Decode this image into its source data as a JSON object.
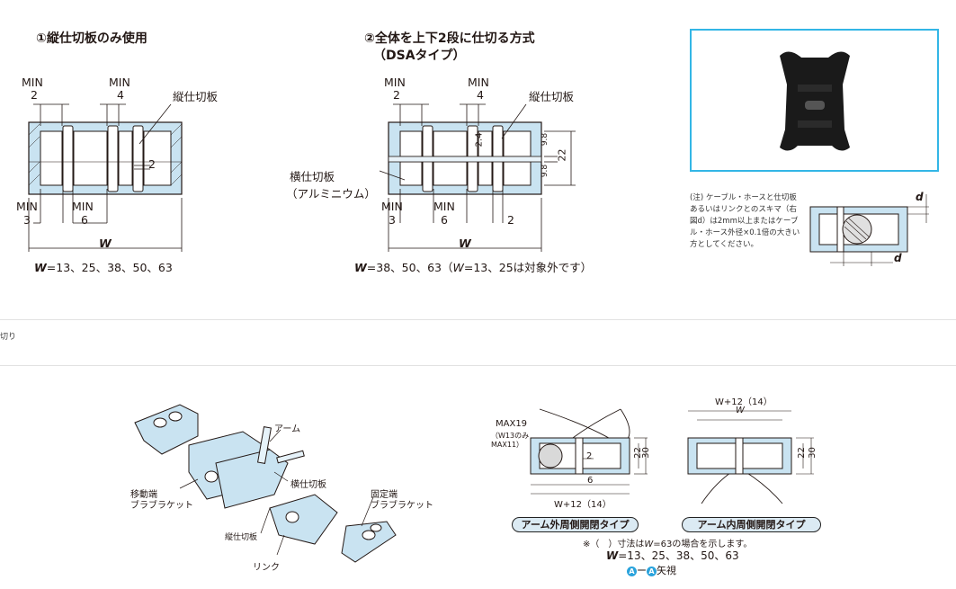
{
  "section1": {
    "title": "①縦仕切板のみ使用",
    "min_label": "MIN",
    "dim_min2": "2",
    "dim_min4": "4",
    "dim_min3": "3",
    "dim_min6": "6",
    "dim_gap": "2",
    "partition_label": "縦仕切板",
    "width_label": "W",
    "w_values": "=13、25、38、50、63"
  },
  "section2": {
    "title_line1": "②全体を上下2段に仕切る方式",
    "title_line2": "（DSAタイプ）",
    "min_label": "MIN",
    "dim_min2": "2",
    "dim_min4": "4",
    "dim_min3": "3",
    "dim_min6": "6",
    "dim_2": "2",
    "dim_24": "2.4",
    "dim_98a": "9.8",
    "dim_98b": "9.8",
    "dim_22": "22",
    "partition_label": "縦仕切板",
    "horizontal_label": "横仕切板",
    "horizontal_sub": "（アルミニウム）",
    "width_label": "W",
    "w_values": "=38、50、63（",
    "w_paren_w": "W",
    "w_paren_rest": "=13、25は対象外です）"
  },
  "note_panel": {
    "note_text": "(注) ケーブル・ホースと仕切板あるいはリンクとのスキマ（右図d）は2mm以上またはケーブル・ホース外径×0.1倍の大きい方としてください。",
    "d_label_1": "d",
    "d_label_2": "d"
  },
  "side_text": "切り",
  "section3": {
    "arm": "アーム",
    "moving_end": "移動端",
    "moving_end_sub": "ブラブラケット",
    "horizontal": "横仕切板",
    "fixed_end": "固定端",
    "fixed_end_sub": "ブラブラケット",
    "vertical": "縦仕切板",
    "link": "リンク"
  },
  "section4": {
    "max19": "MAX19",
    "w13_line1": "（W13のみ",
    "w13_line2": "MAX11）",
    "dim_2": "2",
    "dim_6": "6",
    "dim_22a": "22",
    "dim_30a": "30",
    "w12a": "W+12（14）",
    "w12b": "W+12（14）",
    "w_b": "W",
    "dim_22b": "22",
    "dim_30b": "30",
    "badge_outer": "アーム外周側開閉タイプ",
    "badge_inner": "アーム内周側開閉タイプ",
    "note_prefix": "※（　）寸法は",
    "note_w": "W",
    "note_suffix": "=63の場合を示します。",
    "w_label": "W",
    "w_values": "=13、25、38、50、63",
    "arrow_a1": "A",
    "arrow_dash": "ー",
    "arrow_a2": "A",
    "arrow_suffix": "矢視"
  },
  "colors": {
    "frame_fill": "#c9e3f1",
    "frame_stroke": "#231815",
    "accent_box": "#33b6e6",
    "badge_fill": "#dbeaf3",
    "circle_badge": "#2aa3dc"
  }
}
